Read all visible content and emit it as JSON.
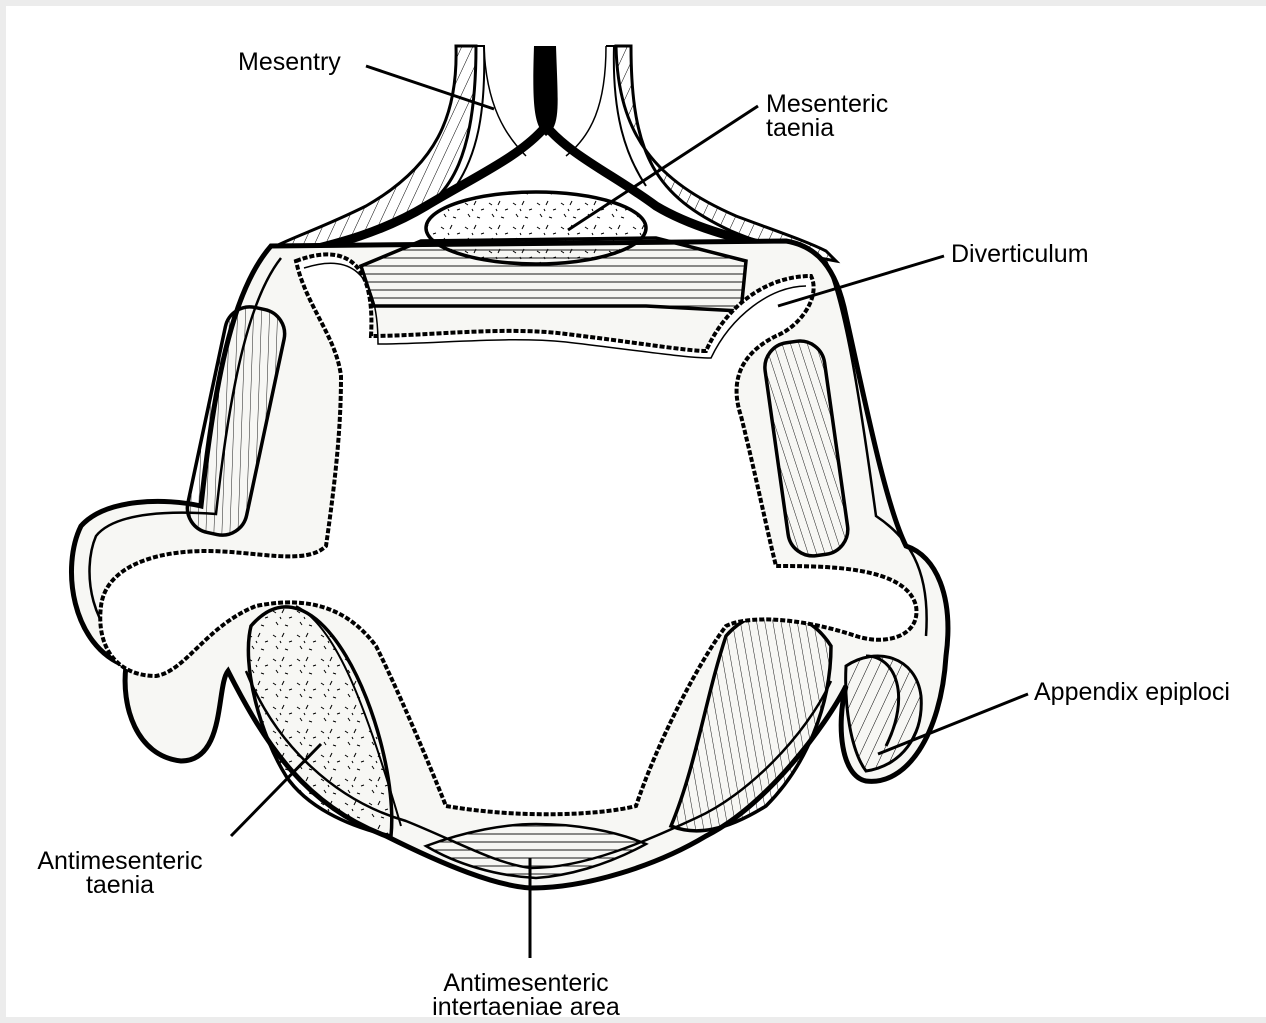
{
  "labels": {
    "mesentry": "Mesentry",
    "mesenteric_taenia": [
      "Mesenteric",
      "taenia"
    ],
    "diverticulum": "Diverticulum",
    "appendix_epiploci": "Appendix epiploci",
    "antimesenteric_taenia": [
      "Antimesenteric",
      "taenia"
    ],
    "antimesenteric_intertaeniae_area": [
      "Antimesenteric",
      "intertaeniae area"
    ]
  },
  "colors": {
    "ink": "#000000",
    "paper": "#ffffff",
    "tissue": "#f4f4f0"
  }
}
